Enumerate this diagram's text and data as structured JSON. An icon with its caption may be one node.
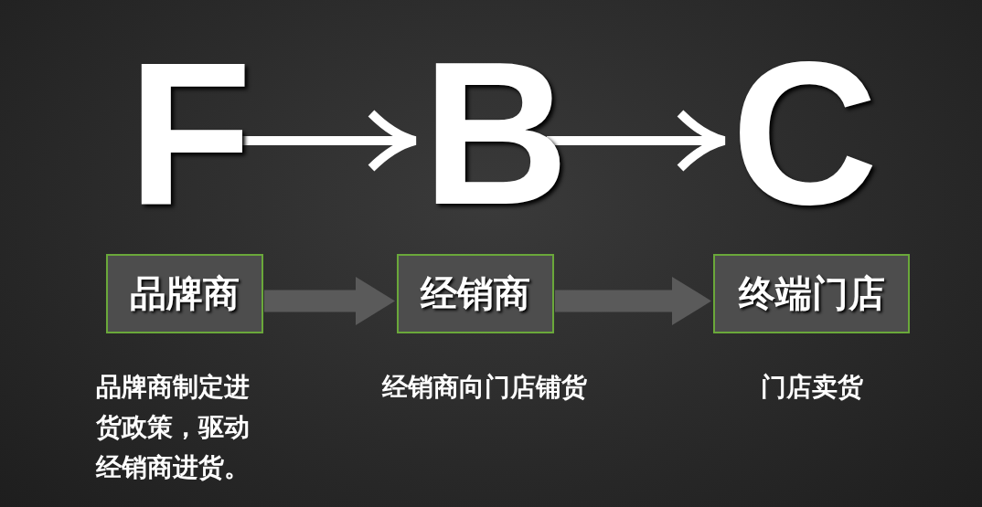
{
  "diagram": {
    "nodes": [
      {
        "text": [
          "F"
        ]
      },
      {
        "text": [
          "B"
        ]
      },
      {
        "text": [
          "C"
        ]
      },
      {
        "text": [
          "品牌商"
        ],
        "beside": [
          "品牌商制定进货政策，驱动经销商进货。"
        ]
      },
      {
        "text": [
          "经销商"
        ],
        "beside": [
          "经销商向门店铺货"
        ]
      },
      {
        "text": [
          "终端门店"
        ],
        "beside": [
          "门店卖货"
        ]
      }
    ],
    "edges": [
      {
        "from": 0,
        "to": 1,
        "arrow": "to"
      },
      {
        "from": 1,
        "to": 2,
        "arrow": "to"
      },
      {
        "from": 3,
        "to": 4,
        "arrow": "to",
        "style": "thick",
        "color": "#5a5a5a"
      },
      {
        "from": 4,
        "to": 5,
        "arrow": "to",
        "style": "thick",
        "color": "#5a5a5a"
      }
    ]
  }
}
